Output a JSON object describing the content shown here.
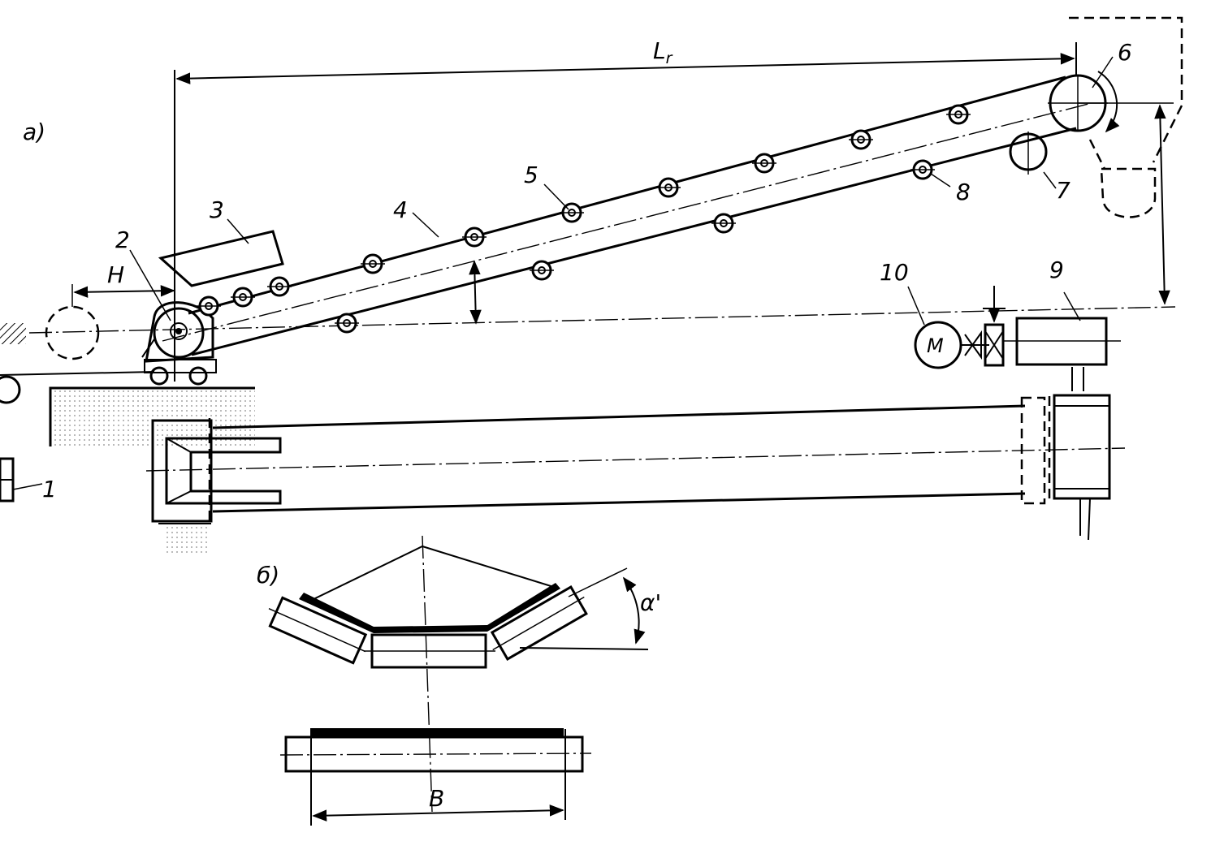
{
  "views": {
    "view_a": "a)",
    "view_b": "б)"
  },
  "dimensions": {
    "length": "L",
    "length_sub": "r",
    "height": "H",
    "width": "B",
    "angle": "α'"
  },
  "callouts": [
    "1",
    "2",
    "3",
    "4",
    "5",
    "6",
    "7",
    "8",
    "9",
    "10"
  ],
  "motor_symbol": "M",
  "colors": {
    "line": "#000000",
    "background": "#ffffff"
  }
}
